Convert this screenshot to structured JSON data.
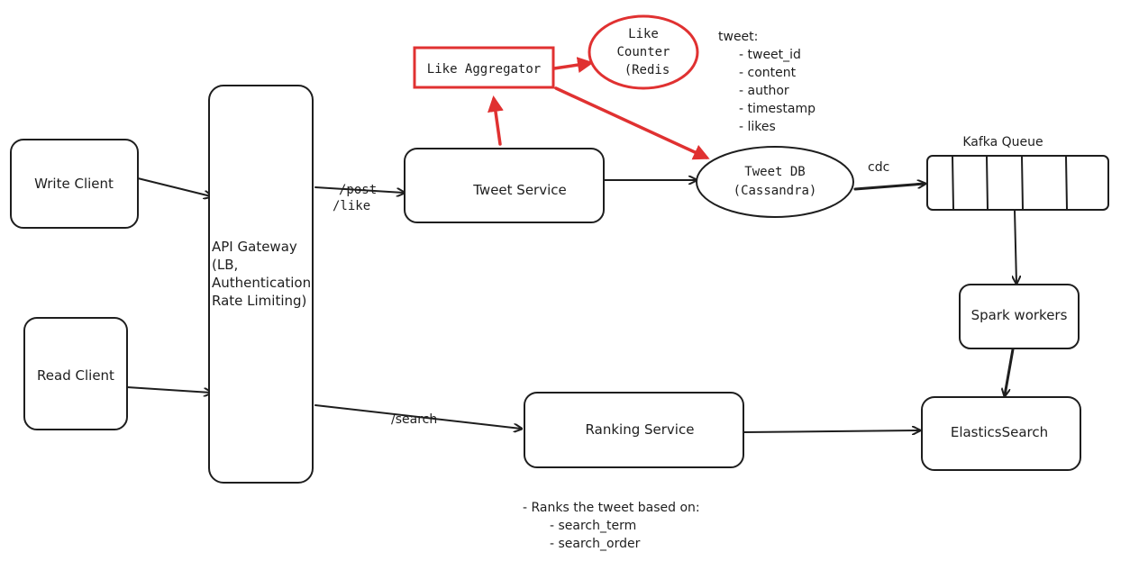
{
  "colors": {
    "ink": "#1e1e1e",
    "accent": "#e03131",
    "background": "#ffffff"
  },
  "nodes": {
    "write_client": "Write Client",
    "read_client": "Read Client",
    "api_gateway": [
      "API Gateway",
      "(LB,",
      "Authentication",
      "Rate Limiting)"
    ],
    "tweet_service": "Tweet Service",
    "like_aggregator": "Like Aggregator",
    "like_counter": [
      "Like",
      "Counter",
      "(Redis"
    ],
    "tweet_db": [
      "Tweet DB",
      "(Cassandra)"
    ],
    "kafka_queue": "Kafka Queue",
    "spark_workers": "Spark workers",
    "ranking_service": "Ranking Service",
    "elastic_search": "ElasticsSearch"
  },
  "edge_labels": {
    "post_like": [
      "/post",
      "/like"
    ],
    "search": "/search",
    "cdc": "cdc"
  },
  "tweet_schema": {
    "title": "tweet:",
    "fields": [
      "- tweet_id",
      "- content",
      "- author",
      "- timestamp",
      "- likes"
    ]
  },
  "ranking_note": {
    "lines": [
      "- Ranks the tweet based on:",
      "- search_term",
      "- search_order"
    ]
  }
}
